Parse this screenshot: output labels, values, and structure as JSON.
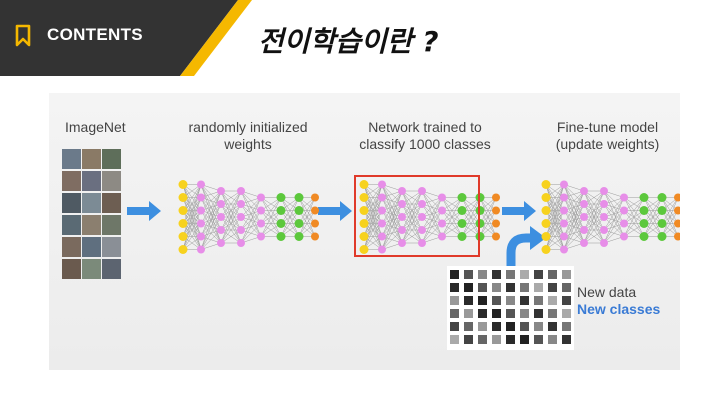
{
  "header": {
    "section_label": "CONTENTS",
    "title": "전이학습이란 ?",
    "colors": {
      "bar": "#333333",
      "accent": "#f5b800"
    }
  },
  "figure": {
    "stage_labels": {
      "imagenet": "ImageNet",
      "random_init_line1": "randomly initialized",
      "random_init_line2": "weights",
      "trained_line1": "Network trained to",
      "trained_line2": "classify 1000 classes",
      "finetune_line1": "Fine-tune model",
      "finetune_line2": "(update weights)"
    },
    "new_data_label": "New data",
    "new_classes_label": "New classes",
    "colors": {
      "arrow": "#3d8fe0",
      "highlight_box": "#e03a2a",
      "input_node": "#f7d21e",
      "hidden_node": "#e78ee8",
      "green_node": "#5cc83c",
      "output_node": "#f08a24"
    }
  }
}
